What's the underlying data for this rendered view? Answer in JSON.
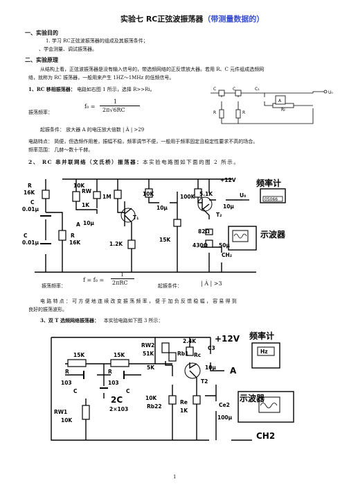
{
  "title": {
    "main": "实验七 RC正弦波振荡器",
    "suffix": "（带测量数据的）"
  },
  "sec1": {
    "heading": "一、实验目的",
    "items": [
      "1. 学习 RC正弦波振荡器的组成及其振荡条件；",
      "、学会测量、调试振荡器。"
    ]
  },
  "sec2": {
    "heading": "二、实验原理",
    "para1": "从结构上看，正弦波振荡器是没有输入信号的，带选频网络的正反馈放大器。若用 R、C 元件组成选频网",
    "para2": "络，就称为 RC 振荡器，一般用来产生 1HZ～1MHz 的低频信号。",
    "sub1_title": "1、RC 移相振荡器：",
    "sub1_text": "电路如右图 1 所示，选择 R>>Ri。",
    "freq_label": "振荡频率：",
    "freq_formula_lhs": "f₀ =",
    "freq_formula_num": "1",
    "freq_formula_den": "2π√6RC",
    "start_cond": "起振条件：  放大器 A 的电压放大倍数 | Ȧ | >29",
    "features": "电路特点：  简便，但选频作用差，振幅不稳，频率调节不便，一般用于频率固定且稳定性要求不高的场合。",
    "freq_range": "频率范围：     几赫～数十千赫。",
    "sub2_bold": "2、 RC 串并联网络（文氏桥）振荡器：",
    "sub2_text": "本实验电路图如下面的图 2 所示。",
    "wien_freq_label": "振荡频率：",
    "wien_formula_lhs": "f = f₀ =",
    "wien_formula_num": "1",
    "wien_formula_den": "2πRC",
    "wien_start": "起振条件：",
    "wien_start_val": "| Ȧ | >3",
    "wien_features_1": "电 路 特 点 ：    可 方 便 地 连 续 改 变 振 荡 频 率 ， 便 于 加 负 反 馈 稳 幅 ， 容 易 得 到",
    "wien_features_2": "良好的振荡波形。",
    "sub3_bold": "3、双 T 选频网络振荡器：",
    "sub3_text": "本实验电路如下图 3 所示："
  },
  "fig1": {
    "labels": [
      "C",
      "C",
      "C₁",
      "R",
      "R",
      "Ri",
      "A",
      "U₀"
    ]
  },
  "fig2": {
    "labels": [
      "R",
      "16K",
      "C",
      "0.01μ",
      "RW",
      "10K",
      "1K",
      "1M",
      "10K",
      "10μ",
      "T₁",
      "A",
      "R",
      "16K",
      "C",
      "0.01μ",
      "1.2K",
      "15K",
      "100K",
      "5.1K",
      "10μ",
      "T₂",
      "82Ω",
      "430Ω",
      "50μ",
      "+12V",
      "U₀",
      "10μ"
    ],
    "handwritten": [
      "频率计",
      "示波器",
      "CH₂"
    ],
    "counter_display": "05066"
  },
  "fig3": {
    "labels": [
      "15K",
      "R",
      "15K",
      "R",
      "103",
      "C",
      "103",
      "C",
      "2C",
      "2×103",
      "RW1",
      "10K",
      "RW2",
      "51K",
      "Rb1",
      "5K",
      "2.4K",
      "Rc",
      "C3",
      "10μ",
      "T2",
      "10K",
      "Rb22",
      "Re",
      "1K",
      "Ce2",
      "100μ",
      "+12V",
      "A"
    ],
    "handwritten": [
      "频率计",
      "Hz",
      "示波器",
      "CH2"
    ]
  },
  "page_number": "1"
}
